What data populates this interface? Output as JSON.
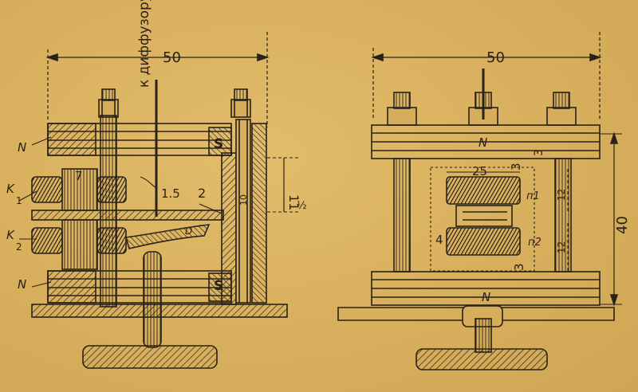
{
  "colors": {
    "paper": "#dcb35f",
    "ink": "#2a2218"
  },
  "left_view": {
    "to_diffuser": "к диффузору",
    "width_dim": "50",
    "label_N_top": "N",
    "label_N_bottom": "N",
    "label_S_top": "S",
    "label_S_bottom": "S",
    "label_K1": "K",
    "label_K1_sub": "1",
    "label_K2": "K",
    "label_K2_sub": "2",
    "dim_7": "7",
    "dim_1_5": "1.5",
    "dim_2": "2",
    "dim_10": "10",
    "dim_11": "11",
    "dim_half": "½",
    "label_D": "D"
  },
  "right_view": {
    "width_dim": "50",
    "height_dim": "40",
    "label_N_top": "N",
    "label_N_bottom": "N",
    "dim_25": "25",
    "dim_3_top": "3",
    "dim_3_bottom": "3",
    "dim_3_right": "3",
    "dim_4": "4",
    "dim_12_top": "12",
    "dim_12_bottom": "12",
    "label_n1": "п1",
    "label_n2": "п2"
  }
}
